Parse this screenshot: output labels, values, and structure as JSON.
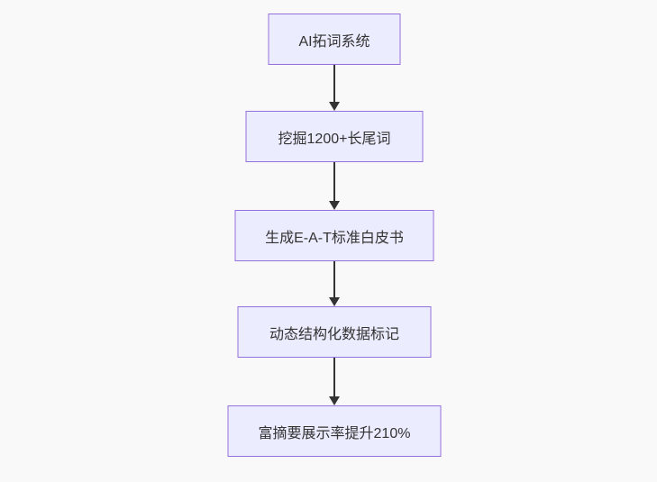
{
  "diagram": {
    "type": "flowchart",
    "direction": "top-down",
    "nodes": [
      {
        "id": "n1",
        "label": "AI拓词系统"
      },
      {
        "id": "n2",
        "label": "挖掘1200+长尾词"
      },
      {
        "id": "n3",
        "label": "生成E-A-T标准白皮书"
      },
      {
        "id": "n4",
        "label": "动态结构化数据标记"
      },
      {
        "id": "n5",
        "label": "富摘要展示率提升210%"
      }
    ],
    "edges": [
      {
        "from": "n1",
        "to": "n2",
        "style": "arrow"
      },
      {
        "from": "n2",
        "to": "n3",
        "style": "arrow"
      },
      {
        "from": "n3",
        "to": "n4",
        "style": "arrow"
      },
      {
        "from": "n4",
        "to": "n5",
        "style": "arrow"
      }
    ],
    "colors": {
      "node_fill": "#ECECFF",
      "node_border": "#9370DB",
      "arrow": "#333333",
      "text": "#333333",
      "background": "#F9F9F9"
    }
  }
}
